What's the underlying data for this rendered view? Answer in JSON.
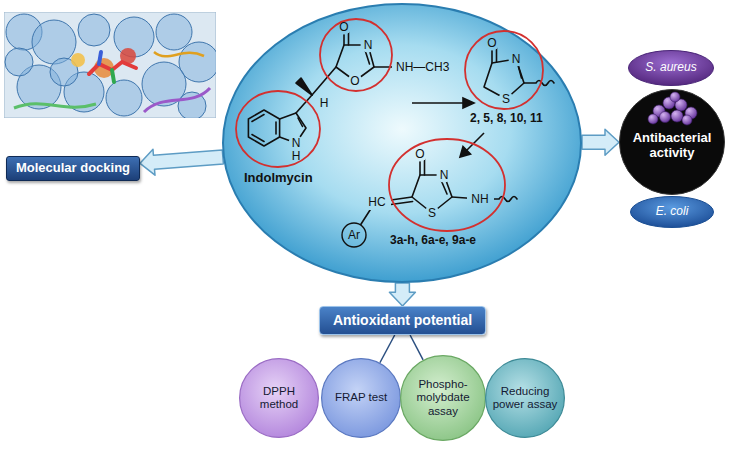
{
  "diagram": {
    "nodes": [
      {
        "text": [
          "Indolmycin",
          "2, 5, 8, 10, 11",
          "3a-h, 6a-e, 9a-e"
        ]
      },
      {
        "text": [
          "Molecular docking"
        ]
      },
      {
        "text": [
          "Antibacterial activity"
        ]
      },
      {
        "text": [
          "S. aureus"
        ]
      },
      {
        "text": [
          "E. coli"
        ]
      },
      {
        "text": [
          "Antioxidant potential"
        ]
      },
      {
        "text": [
          "DPPH method"
        ]
      },
      {
        "text": [
          "FRAP test"
        ]
      },
      {
        "text": [
          "Phospho-molybdate assay"
        ]
      },
      {
        "text": [
          "Reducing power assay"
        ]
      }
    ],
    "edges": [
      {
        "from": 0,
        "to": 1,
        "arrow": "to"
      },
      {
        "from": 0,
        "to": 2,
        "arrow": "to"
      },
      {
        "from": 0,
        "to": 5,
        "arrow": "to"
      },
      {
        "from": 5,
        "to": 7,
        "arrow": "none"
      },
      {
        "from": 5,
        "to": 8,
        "arrow": "none"
      }
    ],
    "labels": [
      "O",
      "N",
      "O",
      "NH—CH3",
      "H",
      "N",
      "H",
      "O",
      "N",
      "S",
      "O",
      "N",
      "S",
      "NH",
      "HC",
      "Ar"
    ]
  }
}
